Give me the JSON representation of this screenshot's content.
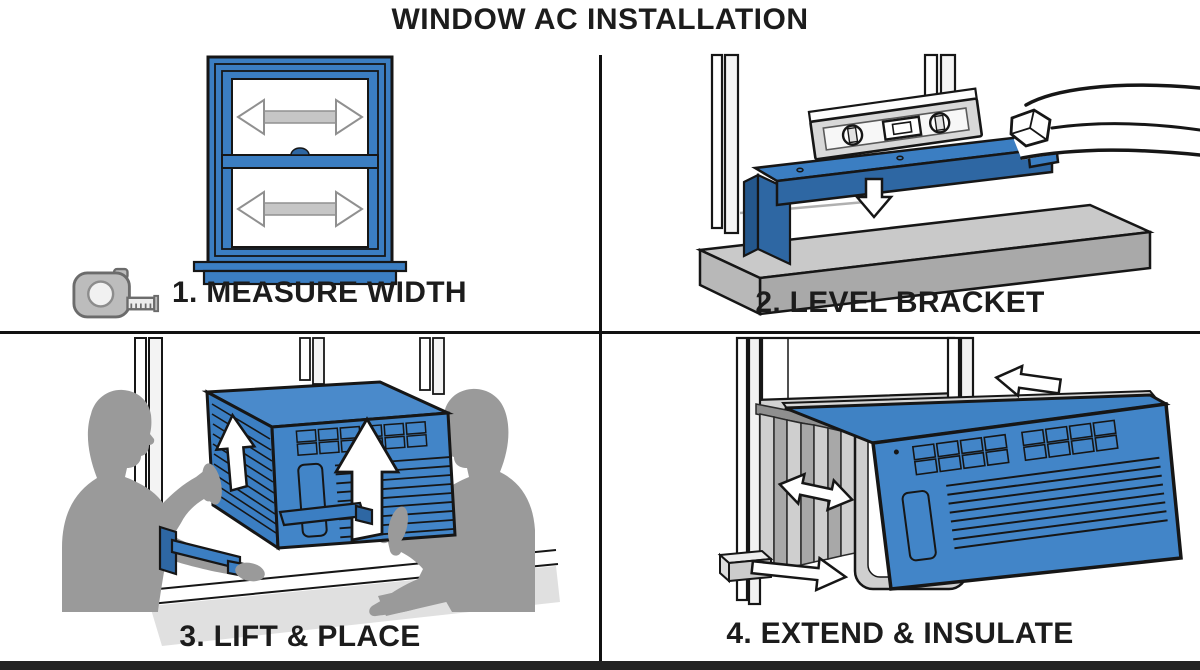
{
  "title": "WINDOW AC INSTALLATION",
  "steps": [
    {
      "caption": "1. MEASURE WIDTH",
      "icon": "tape-measure-icon",
      "illustration": "double-hung-window-with-width-arrows"
    },
    {
      "caption": "2. LEVEL BRACKET",
      "illustration": "support-bracket-with-spirit-level-and-hand"
    },
    {
      "caption": "3. LIFT & PLACE",
      "illustration": "two-installers-lifting-ac-unit-into-window"
    },
    {
      "caption": "4. EXTEND & INSULATE",
      "illustration": "ac-unit-with-accordion-side-panel-extended"
    }
  ],
  "colors": {
    "background": "#ffffff",
    "accent_blue": "#3b7ec2",
    "accent_blue_dark": "#2e67a3",
    "outline": "#161616",
    "silhouette_gray": "#9a9a9a",
    "object_gray": "#c9c9c9",
    "divider": "#111111",
    "bottom_bar": "#222222",
    "text": "#1c1c1c"
  }
}
